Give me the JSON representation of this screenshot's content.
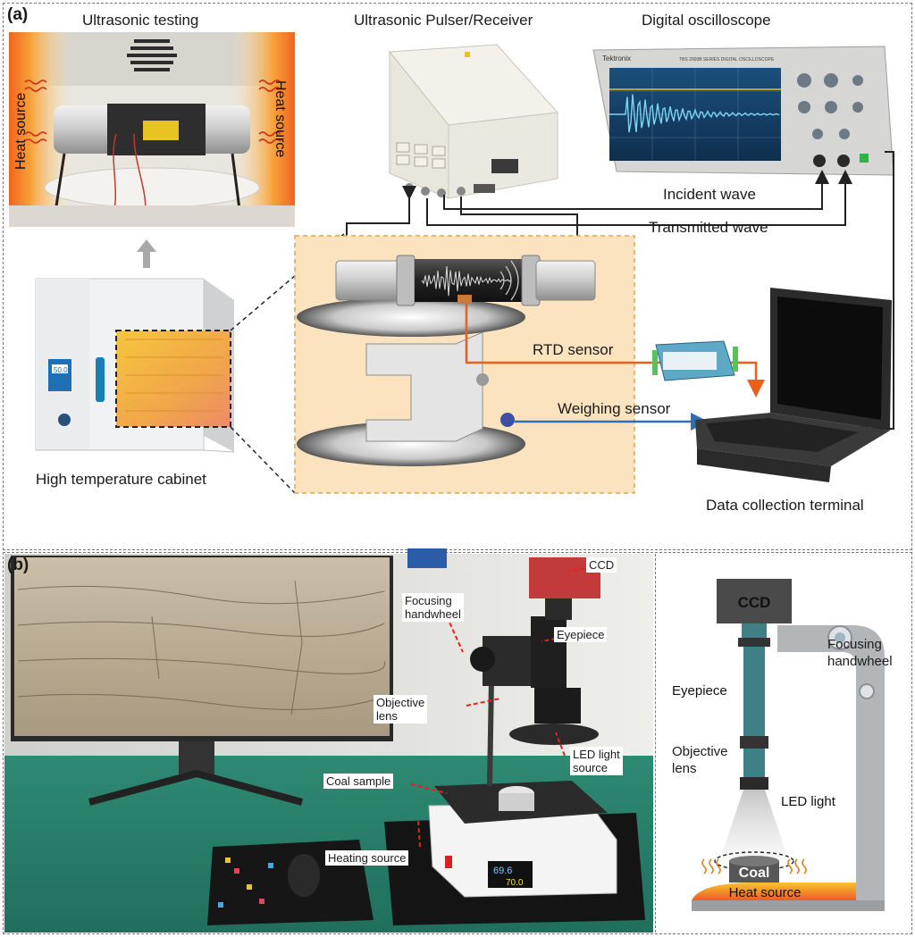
{
  "panel_a": {
    "letter": "(a)",
    "titles": {
      "ultrasonic_testing": "Ultrasonic testing",
      "pulser_receiver": "Ultrasonic Pulser/Receiver",
      "oscilloscope": "Digital oscilloscope"
    },
    "heat_source_left": "Heat source",
    "heat_source_right": "Heat source",
    "cabinet": "High temperature cabinet",
    "cabinet_display": "50.0",
    "incident_wave": "Incident wave",
    "transmitted_wave": "Transmitted wave",
    "rtd_sensor": "RTD sensor",
    "weighing_sensor": "Weighing sensor",
    "terminal": "Data collection terminal",
    "scope_brand": "Tektronix",
    "scope_series": "TBS 2000B SERIES  DIGITAL OSCILLOSCOPE"
  },
  "panel_b": {
    "letter": "(b)",
    "photo_labels": {
      "ccd": "CCD",
      "focusing_handwheel": "Focusing\nhandwheel",
      "eyepiece": "Eyepiece",
      "objective_lens": "Objective\nlens",
      "led_light_source": "LED light\nsource",
      "coal_sample": "Coal sample",
      "heating_source": "Heating source"
    },
    "scale_display_top": "69.6",
    "scale_display_bottom": "70.0",
    "schematic": {
      "ccd": "CCD",
      "focusing_handwheel": "Focusing\nhandwheel",
      "eyepiece": "Eyepiece",
      "objective_lens": "Objective\nlens",
      "led_light": "LED light",
      "coal": "Coal",
      "heat_source": "Heat source"
    }
  },
  "colors": {
    "orange_wire": "#e8601c",
    "blue_wire": "#2f6fb5",
    "yellow_panel": "#fbe3bf",
    "teal_optics": "#3f7f86",
    "frame_gray": "#b3b6b8"
  }
}
